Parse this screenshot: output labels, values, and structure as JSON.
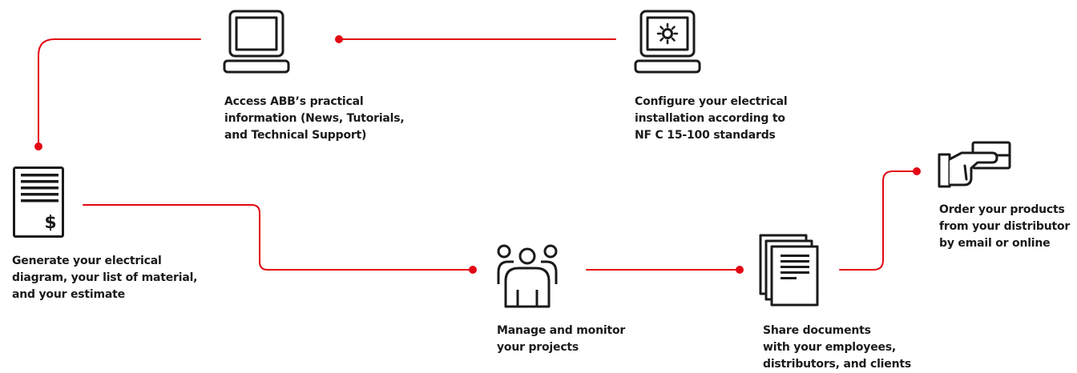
{
  "colors": {
    "accent": "#e30613",
    "icon": "#1a1a1a",
    "text": "#1a1a1a",
    "background": "#ffffff"
  },
  "steps": [
    {
      "icon": "laptop-icon",
      "lines": [
        "Access ABB’s practical",
        "information (News, Tutorials,",
        "and Technical Support)"
      ]
    },
    {
      "icon": "laptop-gear-icon",
      "lines": [
        "Configure your electrical",
        "installation according to",
        "NF C 15-100 standards"
      ]
    },
    {
      "icon": "invoice-dollar-icon",
      "lines": [
        "Generate your electrical",
        "diagram, your list of material,",
        "and your estimate"
      ]
    },
    {
      "icon": "team-users-icon",
      "lines": [
        "Manage and monitor",
        "your projects"
      ]
    },
    {
      "icon": "documents-stack-icon",
      "lines": [
        "Share documents",
        "with your employees,",
        "distributors, and clients"
      ]
    },
    {
      "icon": "hand-card-icon",
      "lines": [
        "Order your products",
        "from your distributor",
        "by email or online"
      ]
    }
  ]
}
